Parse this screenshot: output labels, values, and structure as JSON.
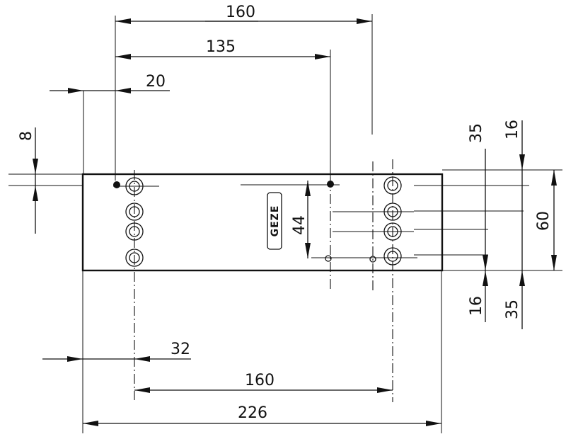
{
  "dimensions": {
    "top_160": "160",
    "top_135": "135",
    "top_20": "20",
    "left_8": "8",
    "right_35_top": "35",
    "right_16_top": "16",
    "right_60": "60",
    "right_16_bottom": "16",
    "right_35_bottom": "35",
    "inner_44": "44",
    "bottom_32": "32",
    "bottom_160": "160",
    "bottom_226": "226"
  },
  "logo": "GEZE"
}
